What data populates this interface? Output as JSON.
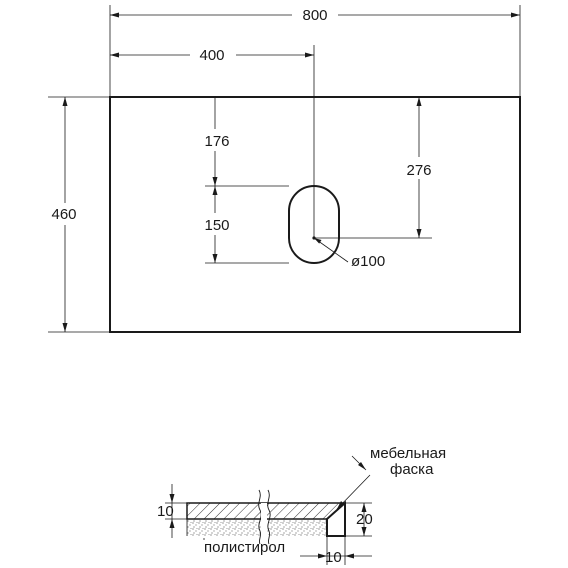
{
  "top_view": {
    "overall_width": "800",
    "hole_center_offset": "400",
    "depth": "460",
    "top_to_hole": "176",
    "hole_slot_length": "150",
    "top_to_hole_center": "276",
    "hole_diameter": "ø100"
  },
  "section_view": {
    "top_thickness": "10",
    "edge_height": "20",
    "edge_width": "10",
    "chamfer_label_line1": "мебельная",
    "chamfer_label_line2": "фаска",
    "core_material": "полистирол"
  }
}
